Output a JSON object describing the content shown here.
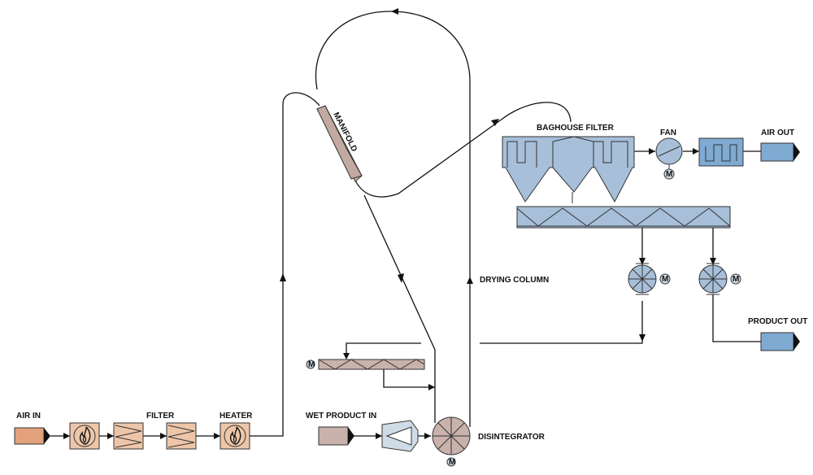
{
  "labels": {
    "air_in": "AIR IN",
    "filter": "FILTER",
    "heater": "HEATER",
    "wet_product_in": "WET PRODUCT IN",
    "disintegrator": "DISINTEGRATOR",
    "drying_column": "DRYING COLUMN",
    "manifold": "MANIFOLD",
    "baghouse_filter": "BAGHOUSE FILTER",
    "fan": "FAN",
    "air_out": "AIR OUT",
    "product_out": "PRODUCT OUT",
    "motor": "M"
  },
  "colors": {
    "air_inlet": "#e3a27c",
    "filter_heater": "#edc6a9",
    "baghouse": "#a7bfd8",
    "outlets": "#7faad2",
    "wet_product": "#c9b2ab"
  },
  "icons": [
    "flame-icon",
    "motor-icon",
    "rotary-valve-icon",
    "arrow-icon"
  ]
}
